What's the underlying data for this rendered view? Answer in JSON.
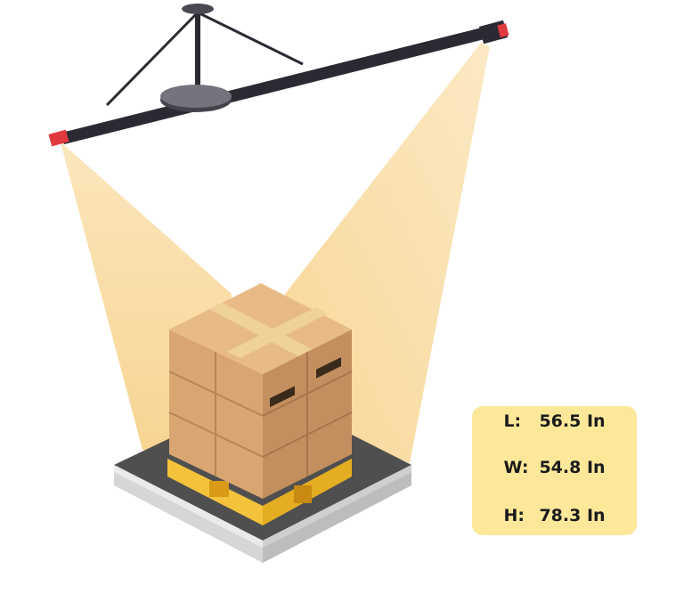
{
  "measurements": {
    "length": {
      "label": "L:",
      "value": "56.5 In"
    },
    "width": {
      "label": "W:",
      "value": "54.8 In"
    },
    "height": {
      "label": "H:",
      "value": "78.3 In"
    }
  },
  "colors": {
    "panel": "#fde89a",
    "light_cone": "#f9d48a",
    "box": "#d9a672",
    "tape": "#eed29a",
    "pallet": "#f5c33b",
    "rig": "#2b2a33",
    "camera_lens": "#e0393e"
  }
}
